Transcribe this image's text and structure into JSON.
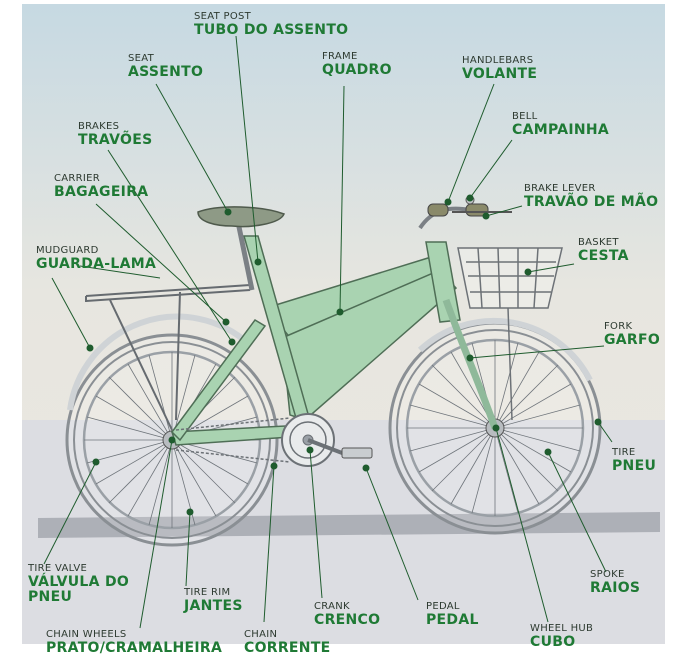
{
  "labels": {
    "seat_post": {
      "en": "SEAT POST",
      "pt": "TUBO DO ASSENTO"
    },
    "seat": {
      "en": "SEAT",
      "pt": "ASSENTO"
    },
    "frame": {
      "en": "FRAME",
      "pt": "QUADRO"
    },
    "handlebars": {
      "en": "HANDLEBARS",
      "pt": "VOLANTE"
    },
    "bell": {
      "en": "BELL",
      "pt": "CAMPAINHA"
    },
    "brakes": {
      "en": "BRAKES",
      "pt": "TRAVÕES"
    },
    "carrier": {
      "en": "CARRIER",
      "pt": "BAGAGEIRA"
    },
    "brake_lever": {
      "en": "BRAKE LEVER",
      "pt": "TRAVÃO DE MÃO"
    },
    "basket": {
      "en": "BASKET",
      "pt": "CESTA"
    },
    "mudguard": {
      "en": "MUDGUARD",
      "pt": "GUARDA-LAMA"
    },
    "fork": {
      "en": "FORK",
      "pt": "GARFO"
    },
    "tire": {
      "en": "TIRE",
      "pt": "PNEU"
    },
    "spoke": {
      "en": "SPOKE",
      "pt": "RAIOS"
    },
    "tire_valve": {
      "en": "TIRE VALVE",
      "pt_line1": "VÁLVULA DO",
      "pt_line2": "PNEU"
    },
    "tire_rim": {
      "en": "TIRE RIM",
      "pt": "JANTES"
    },
    "crank": {
      "en": "CRANK",
      "pt": "CRENCO"
    },
    "pedal": {
      "en": "PEDAL",
      "pt": "PEDAL"
    },
    "wheel_hub": {
      "en": "WHEEL HUB",
      "pt": "CUBO"
    },
    "chain_wheels": {
      "en": "CHAIN WHEELS",
      "pt": "PRATO/CRAMALHEIRA"
    },
    "chain": {
      "en": "CHAIN",
      "pt": "CORRENTE"
    }
  },
  "colors": {
    "frame_fill": "#a9d3b1",
    "label_portuguese": "#1f7a35",
    "label_english": "#2d3a30",
    "leader_line": "#1f5c2e",
    "sky_top": "#c9dbe3",
    "ground": "#d9dbe0"
  }
}
